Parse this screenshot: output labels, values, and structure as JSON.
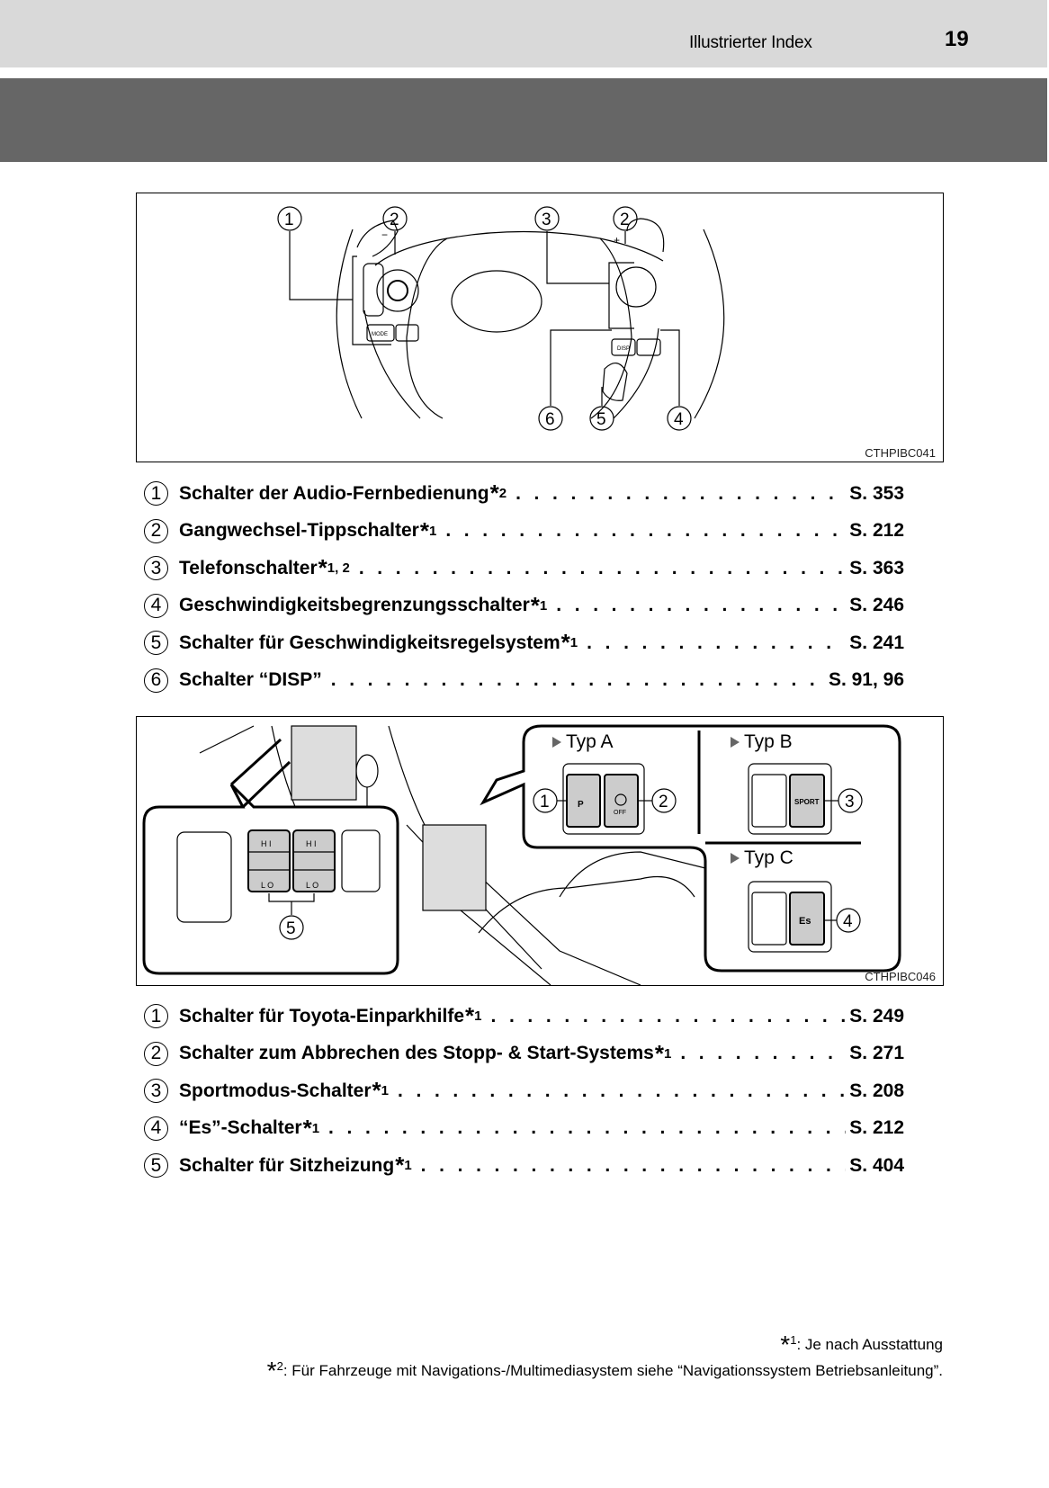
{
  "header": {
    "section_title": "Illustrierter Index",
    "page_number": "19"
  },
  "figure1": {
    "code": "CTHPIBC041",
    "callouts": [
      "1",
      "2",
      "3",
      "2",
      "6",
      "5",
      "4"
    ],
    "button_labels": {
      "mode": "MODE",
      "disp": "DISP",
      "plus": "+",
      "minus": "−"
    }
  },
  "list1": [
    {
      "num": "1",
      "label": "Schalter der Audio-Fernbedienung",
      "note": "2",
      "page": "S. 353"
    },
    {
      "num": "2",
      "label": "Gangwechsel-Tippschalter",
      "note": "1",
      "page": "S. 212"
    },
    {
      "num": "3",
      "label": "Telefonschalter",
      "note": "1, 2",
      "page": "S. 363"
    },
    {
      "num": "4",
      "label": "Geschwindigkeitsbegrenzungsschalter",
      "note": "1",
      "page": "S. 246"
    },
    {
      "num": "5",
      "label": "Schalter für Geschwindigkeitsregelsystem",
      "note": "1",
      "page": "S. 241"
    },
    {
      "num": "6",
      "label": "Schalter “DISP”",
      "note": "",
      "page": "S. 91, 96"
    }
  ],
  "figure2": {
    "code": "CTHPIBC046",
    "types": {
      "a": "Typ A",
      "b": "Typ B",
      "c": "Typ C"
    },
    "callouts": [
      "1",
      "2",
      "3",
      "4",
      "5"
    ],
    "button_labels": {
      "hi": "H I",
      "lo": "L O",
      "sport": "SPORT",
      "es": "Es",
      "off": "OFF",
      "p": "P"
    }
  },
  "list2": [
    {
      "num": "1",
      "label": "Schalter für Toyota-Einparkhilfe",
      "note": "1",
      "page": "S. 249"
    },
    {
      "num": "2",
      "label": "Schalter zum Abbrechen des Stopp- & Start-Systems",
      "note": "1",
      "page": "S. 271"
    },
    {
      "num": "3",
      "label": "Sportmodus-Schalter",
      "note": "1",
      "page": "S. 208"
    },
    {
      "num": "4",
      "label": "“Es”-Schalter",
      "note": "1",
      "page": "S. 212"
    },
    {
      "num": "5",
      "label": "Schalter für Sitzheizung",
      "note": "1",
      "page": "S. 404"
    }
  ],
  "footnotes": [
    {
      "mark": "1",
      "text": ": Je nach Ausstattung"
    },
    {
      "mark": "2",
      "text": ": Für Fahrzeuge mit Navigations-/Multimediasystem siehe “Navigationssystem Betriebsanleitung”."
    }
  ],
  "dots": ". . . . . . . . . . . . . . . . . . . . . . . . . . . . . . . . . . . . . . . . . . . . . . . . . . . . . . . . . . . . . . . . . . . . . . . . . . . ."
}
